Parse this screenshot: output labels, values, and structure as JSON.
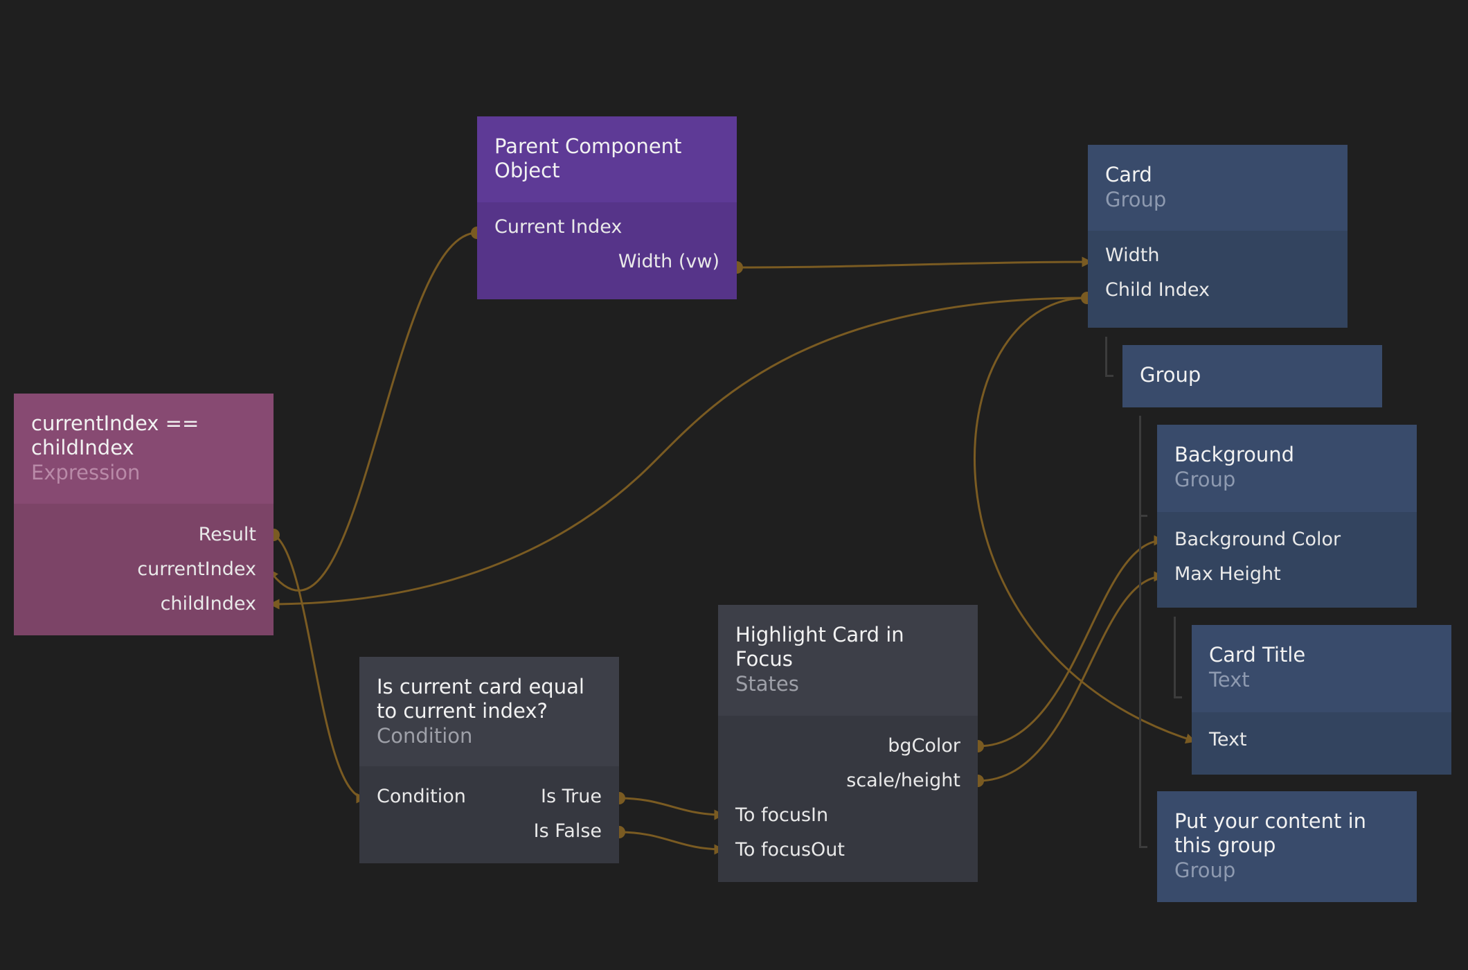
{
  "colors": {
    "background": "#1f1f1f",
    "wire": "#7a5b22",
    "node_purple": "#5e3a96",
    "node_pink": "#874a72",
    "node_gray": "#3d3f48",
    "node_blue": "#394b6b"
  },
  "nodes": {
    "parent_component": {
      "title": "Parent Component Object",
      "ports": {
        "current_index": "Current Index",
        "width_vw": "Width (vw)"
      }
    },
    "expression": {
      "title": "currentIndex == childIndex",
      "type": "Expression",
      "ports": {
        "result": "Result",
        "current_index": "currentIndex",
        "child_index": "childIndex"
      }
    },
    "condition": {
      "title": "Is current card equal to current index?",
      "type": "Condition",
      "ports": {
        "condition": "Condition",
        "is_true": "Is True",
        "is_false": "Is False"
      }
    },
    "states": {
      "title": "Highlight Card in Focus",
      "type": "States",
      "ports": {
        "bg_color": "bgColor",
        "scale_height": "scale/height",
        "to_focus_in": "To focusIn",
        "to_focus_out": "To focusOut"
      }
    },
    "card": {
      "title": "Card",
      "type": "Group",
      "ports": {
        "width": "Width",
        "child_index": "Child Index"
      }
    },
    "group": {
      "title": "Group"
    },
    "background": {
      "title": "Background",
      "type": "Group",
      "ports": {
        "background_color": "Background Color",
        "max_height": "Max Height"
      }
    },
    "card_title": {
      "title": "Card Title",
      "type": "Text",
      "ports": {
        "text": "Text"
      }
    },
    "content_group": {
      "title": "Put your content in this group",
      "type": "Group"
    }
  }
}
